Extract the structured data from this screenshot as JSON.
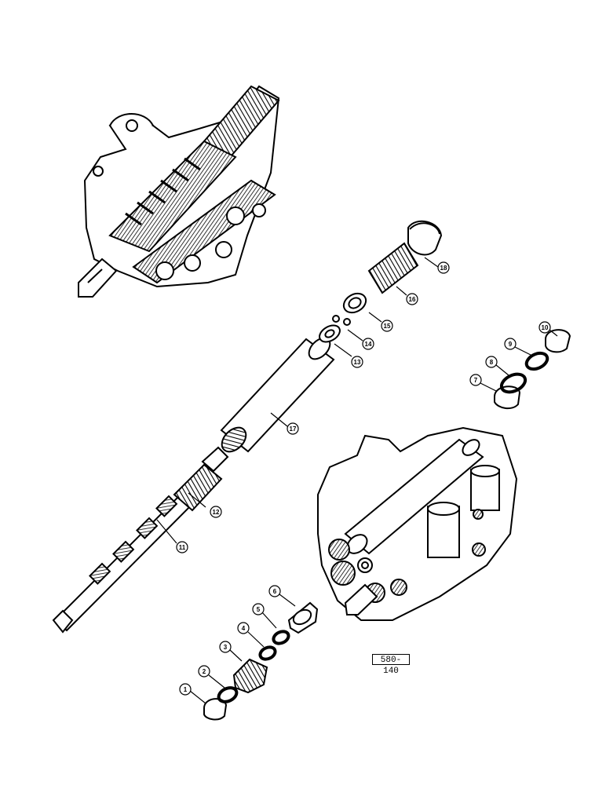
{
  "drawing": {
    "reference_code": "580-140"
  },
  "callouts": [
    {
      "id": "1",
      "label": "1"
    },
    {
      "id": "2",
      "label": "2"
    },
    {
      "id": "3",
      "label": "3"
    },
    {
      "id": "4",
      "label": "4"
    },
    {
      "id": "5",
      "label": "5"
    },
    {
      "id": "6",
      "label": "6"
    },
    {
      "id": "7",
      "label": "7"
    },
    {
      "id": "8",
      "label": "8"
    },
    {
      "id": "9",
      "label": "9"
    },
    {
      "id": "10",
      "label": "10"
    },
    {
      "id": "11",
      "label": "11"
    },
    {
      "id": "12",
      "label": "12"
    },
    {
      "id": "13",
      "label": "13"
    },
    {
      "id": "14",
      "label": "14"
    },
    {
      "id": "15",
      "label": "15"
    },
    {
      "id": "16",
      "label": "16"
    },
    {
      "id": "17",
      "label": "17"
    },
    {
      "id": "18",
      "label": "18"
    }
  ]
}
